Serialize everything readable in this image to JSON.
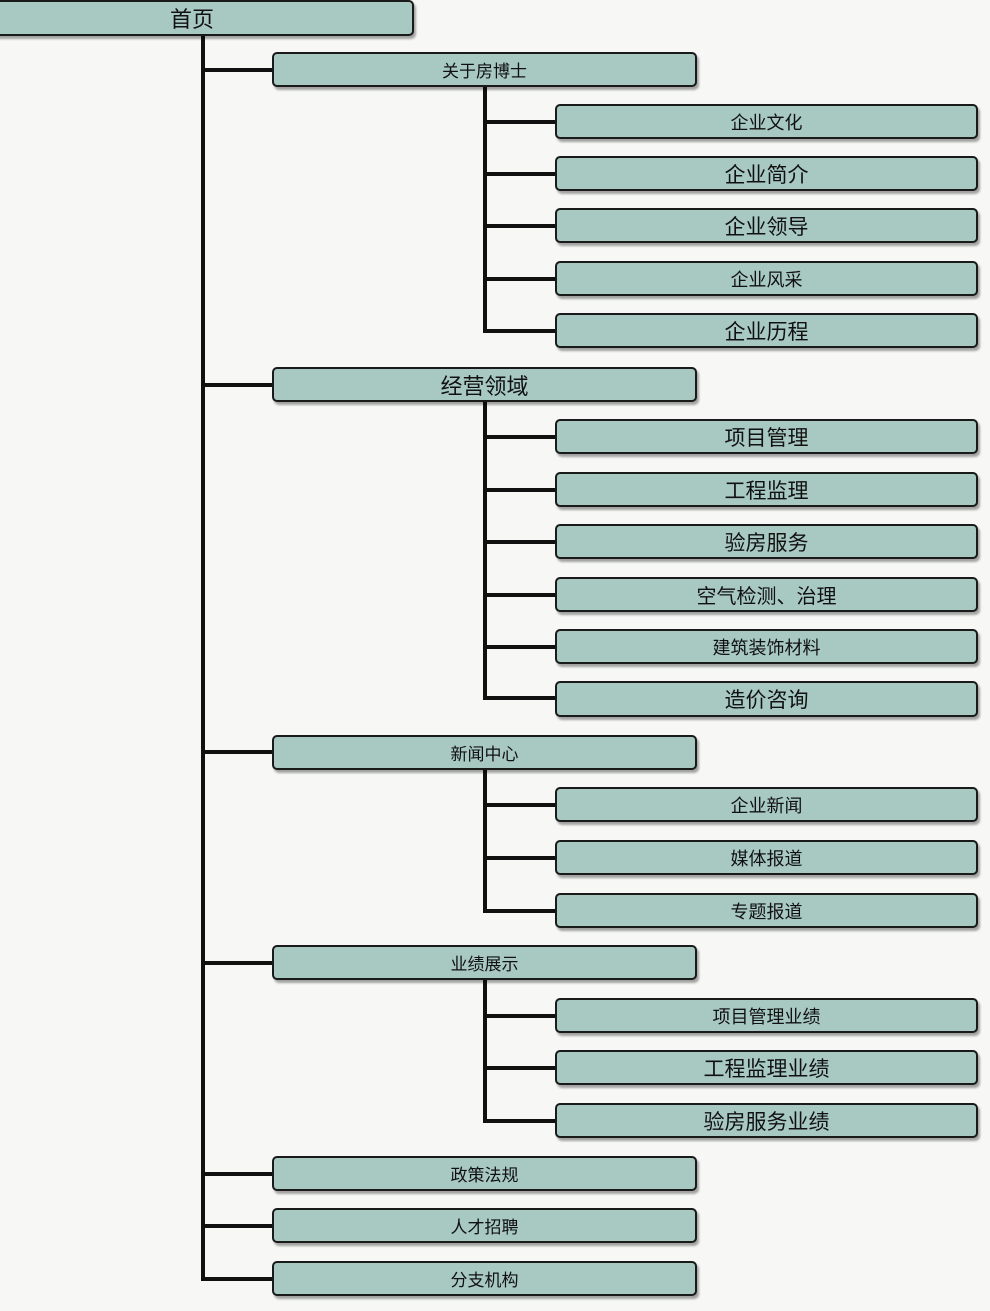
{
  "root": {
    "label": "首页"
  },
  "sections": [
    {
      "label": "关于房博士",
      "children": [
        "企业文化",
        "企业简介",
        "企业领导",
        "企业风采",
        "企业历程"
      ]
    },
    {
      "label": "经营领域",
      "children": [
        "项目管理",
        "工程监理",
        "验房服务",
        "空气检测、治理",
        "建筑装饰材料",
        "造价咨询"
      ]
    },
    {
      "label": "新闻中心",
      "children": [
        "企业新闻",
        "媒体报道",
        "专题报道"
      ]
    },
    {
      "label": "业绩展示",
      "children": [
        "项目管理业绩",
        "工程监理业绩",
        "验房服务业绩"
      ]
    },
    {
      "label": "政策法规",
      "children": []
    },
    {
      "label": "人才招聘",
      "children": []
    },
    {
      "label": "分支机构",
      "children": []
    }
  ]
}
